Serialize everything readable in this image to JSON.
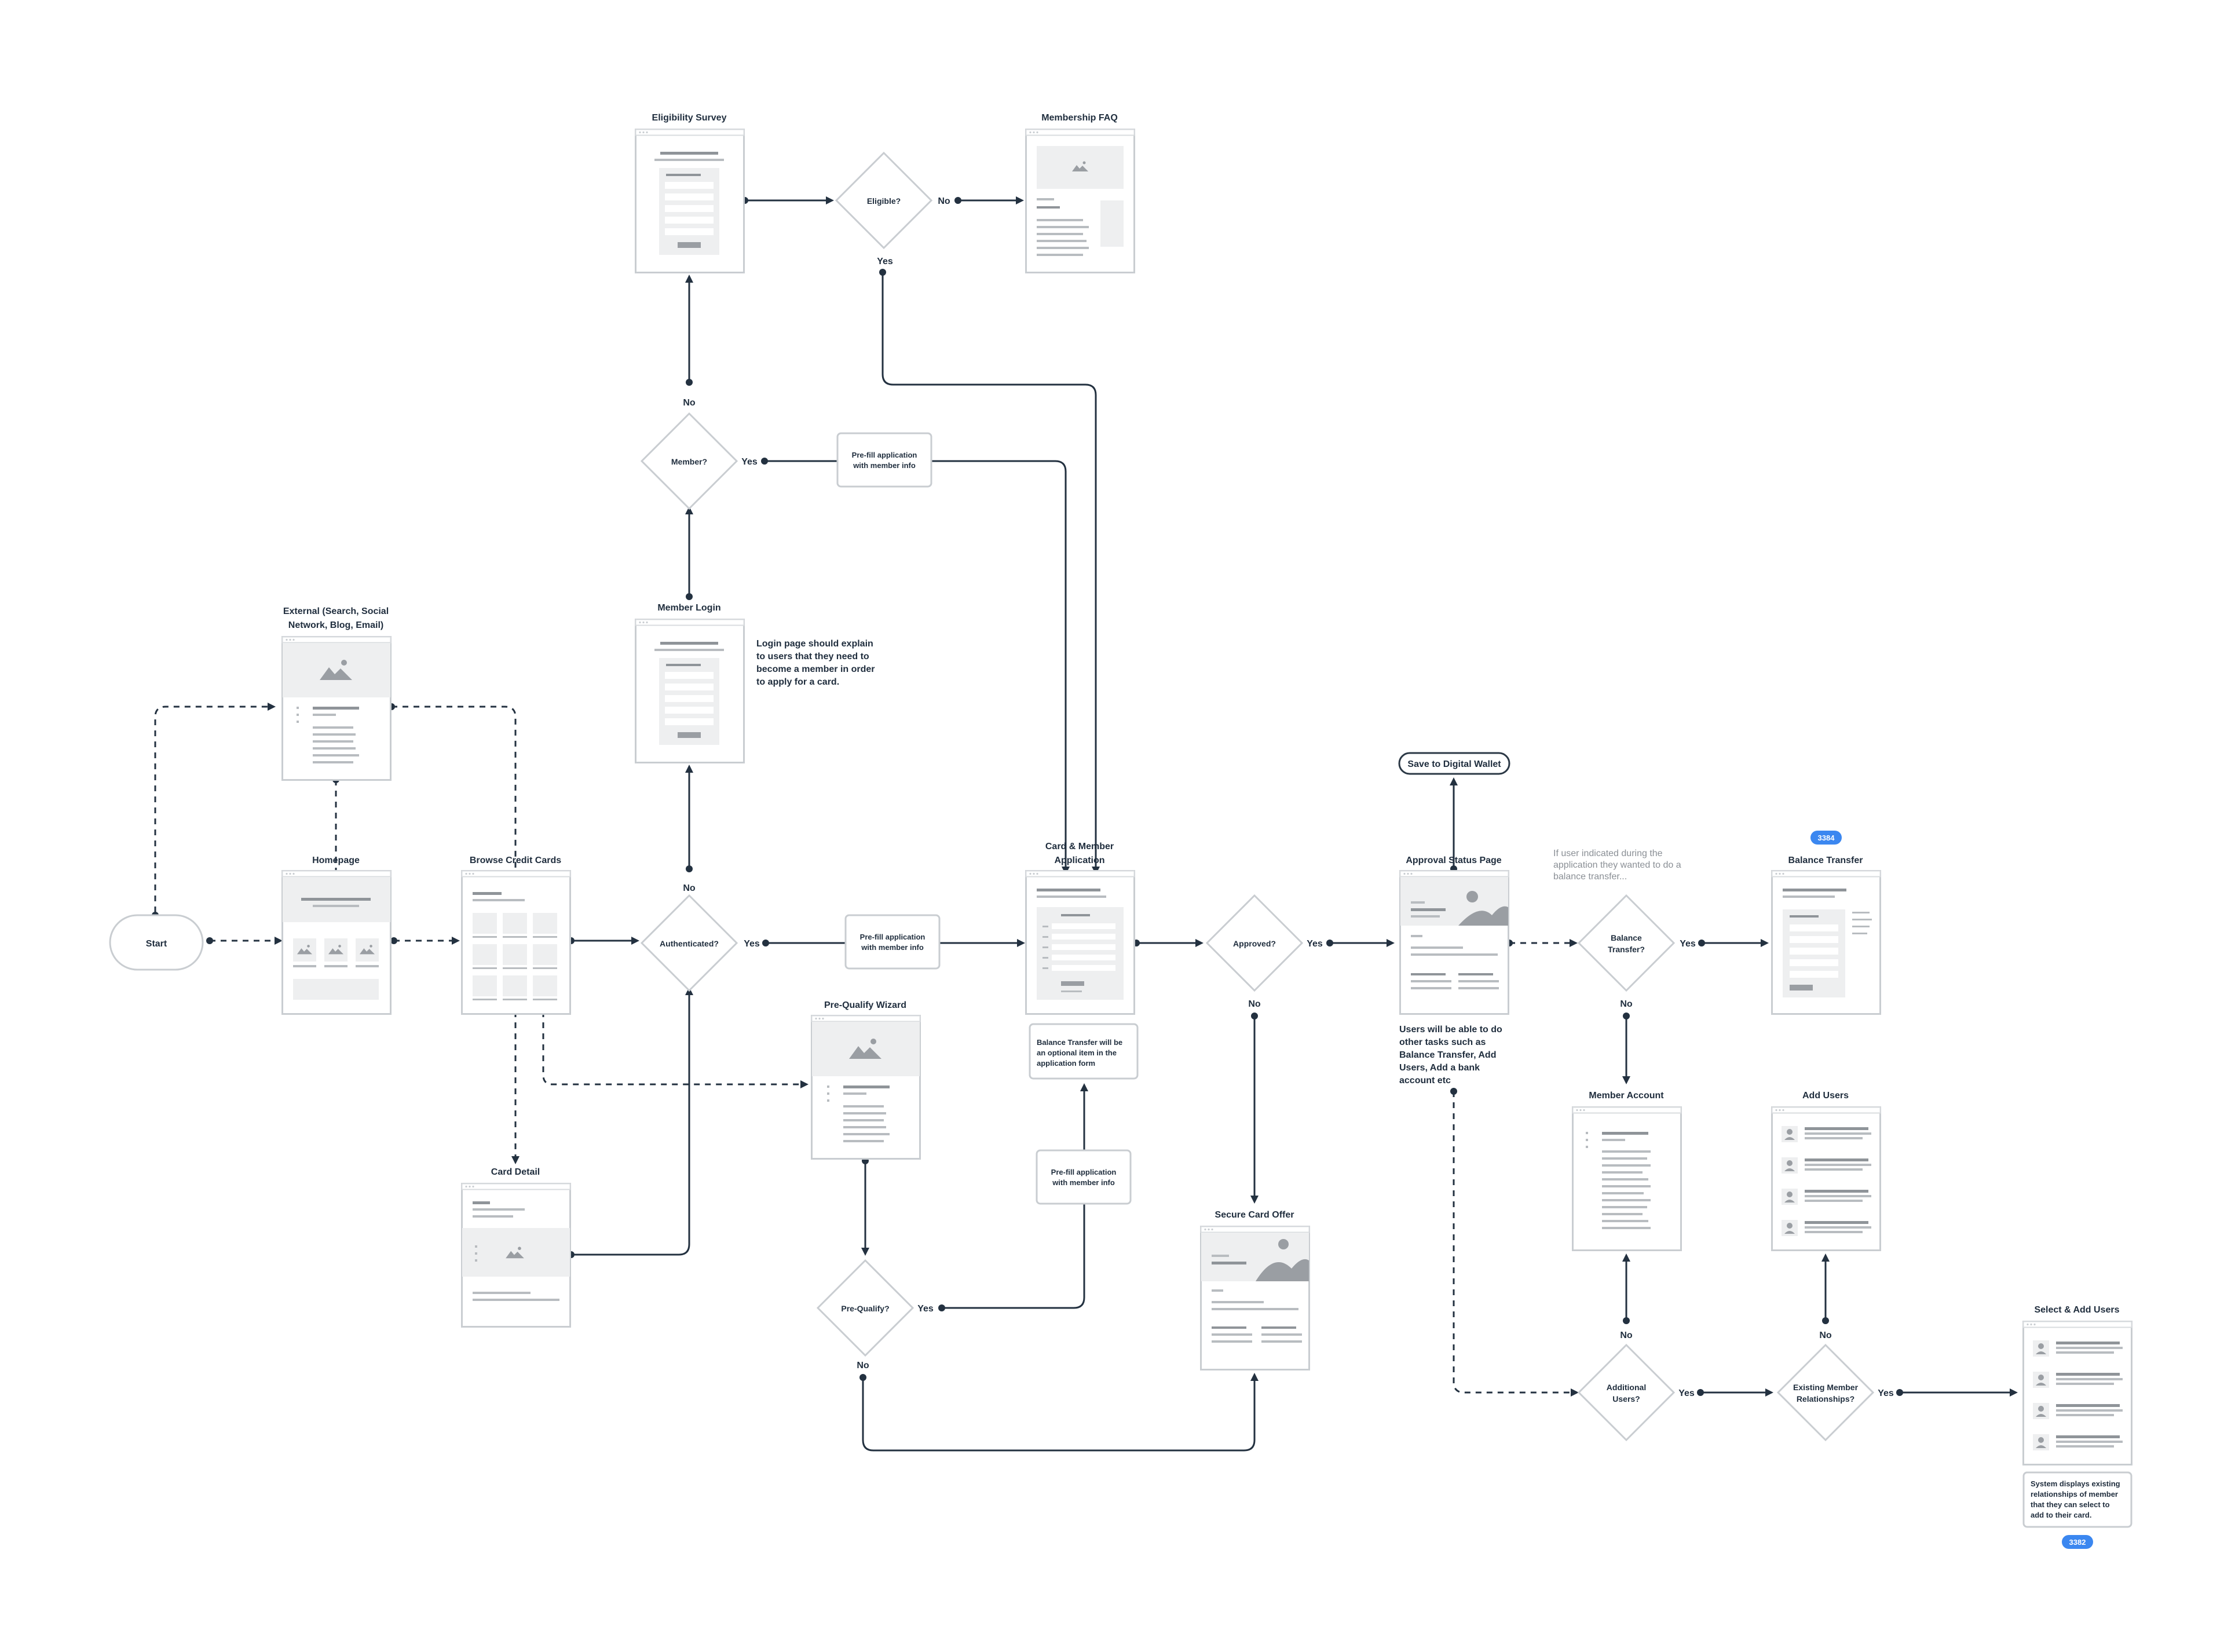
{
  "screens": {
    "eligibility_survey": "Eligibility Survey",
    "membership_faq": "Membership FAQ",
    "member_login": "Member Login",
    "external_l1": "External (Search, Social",
    "external_l2": "Network, Blog, Email)",
    "homepage": "Homepage",
    "browse_cards": "Browse Credit Cards",
    "card_detail": "Card Detail",
    "prequalify_wizard": "Pre-Qualify Wizard",
    "application_l1": "Card & Member",
    "application_l2": "Application",
    "secure_offer": "Secure Card Offer",
    "approval_status": "Approval Status Page",
    "balance_transfer": "Balance Transfer",
    "member_account": "Member Account",
    "add_users": "Add Users",
    "select_add_users": "Select & Add Users"
  },
  "terminals": {
    "start": "Start",
    "save_wallet": "Save to Digital Wallet"
  },
  "decisions": {
    "eligible": "Eligible?",
    "member": "Member?",
    "authenticated": "Authenticated?",
    "approved": "Approved?",
    "prequalify": "Pre-Qualify?",
    "balance_l1": "Balance",
    "balance_l2": "Transfer?",
    "additional_l1": "Additional",
    "additional_l2": "Users?",
    "existing_l1": "Existing Member",
    "existing_l2": "Relationships?"
  },
  "edge_labels": {
    "yes": "Yes",
    "no": "No"
  },
  "notes": {
    "prefill_l1": "Pre-fill application",
    "prefill_l2": "with member info",
    "bt_l1": "Balance Transfer will be",
    "bt_l2": "an optional item in the",
    "bt_l3": "application form",
    "sys_l1": "System displays existing",
    "sys_l2": "relationships of member",
    "sys_l3": "that they can select to",
    "sys_l4": "add to their card."
  },
  "annotations": {
    "login_l1": "Login page should explain",
    "login_l2": "to users that they need to",
    "login_l3": "become a member in order",
    "login_l4": "to apply for a card.",
    "users_l1": "Users will be able to do",
    "users_l2": "other tasks such as",
    "users_l3": "Balance Transfer, Add",
    "users_l4": "Users, Add a bank",
    "users_l5": "account etc",
    "bt_l1": "If user indicated during the",
    "bt_l2": "application they wanted to do a",
    "bt_l3": "balance transfer..."
  },
  "badges": {
    "b3384": "3384",
    "b3382": "3382"
  },
  "colors": {
    "line": "#233140",
    "badge": "#3b87f0",
    "wireframe_fill": "#eeeff0",
    "wireframe_border": "#c9cdd1"
  }
}
